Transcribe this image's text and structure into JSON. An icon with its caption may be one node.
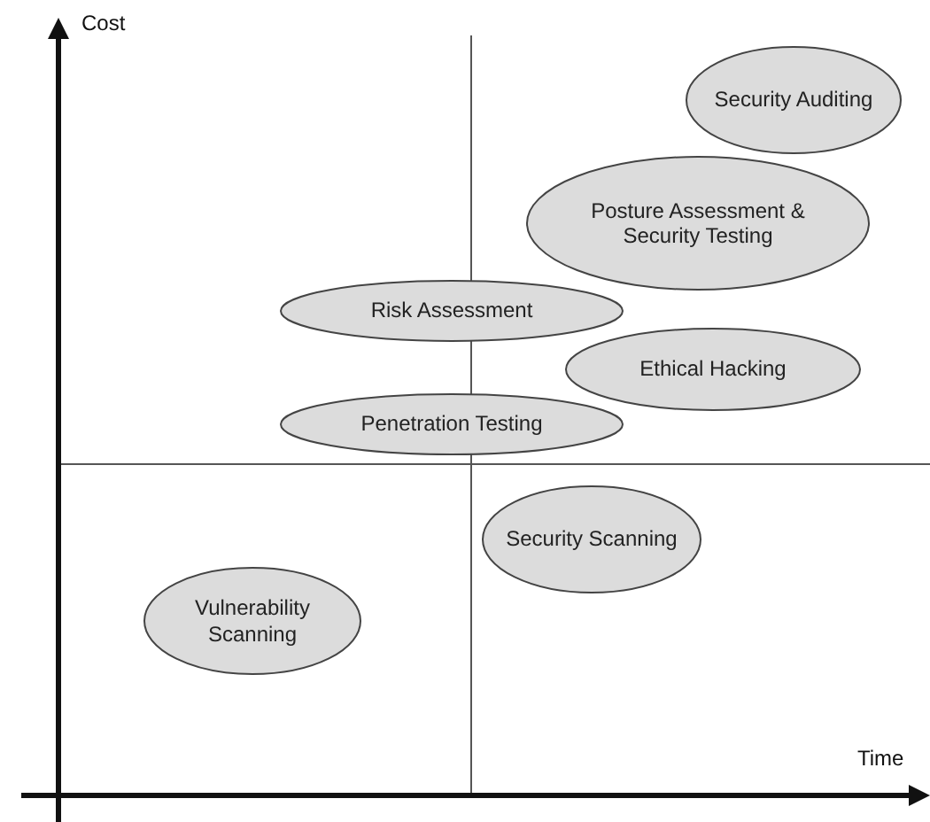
{
  "diagram": {
    "nodes": [
      {
        "text": [
          "Security Auditing"
        ]
      },
      {
        "text": [
          "Posture Assessment & Security Testing"
        ]
      },
      {
        "text": [
          "Risk Assessment"
        ]
      },
      {
        "text": [
          "Ethical Hacking"
        ]
      },
      {
        "text": [
          "Penetration Testing"
        ]
      },
      {
        "text": [
          "Security Scanning"
        ]
      },
      {
        "text": [
          "Vulnerability Scanning"
        ]
      }
    ],
    "labels": [
      "Cost",
      "Time"
    ]
  }
}
